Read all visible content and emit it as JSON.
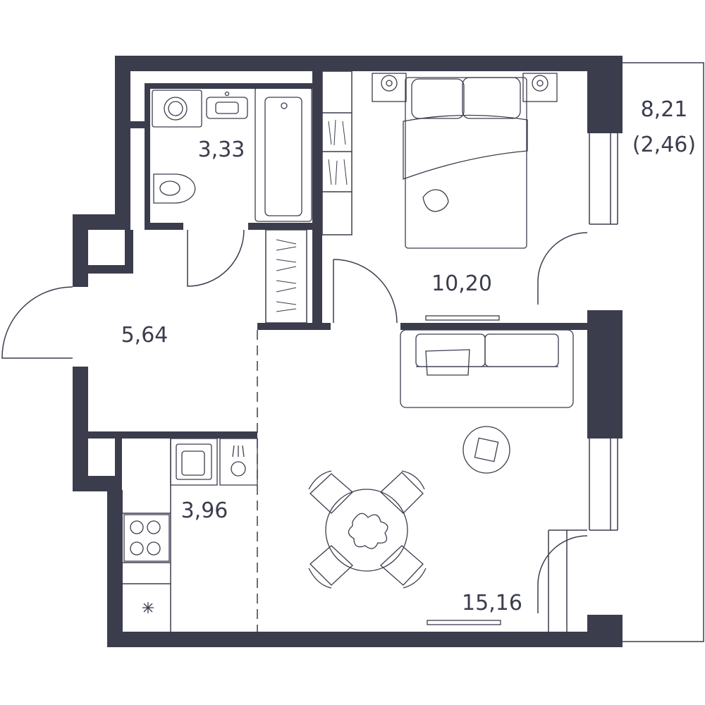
{
  "colors": {
    "wall": "#3b3d4d",
    "line": "#3b3d4d",
    "background": "#ffffff"
  },
  "rooms": {
    "bathroom": {
      "area": "3,33"
    },
    "bedroom": {
      "area": "10,20"
    },
    "balcony": {
      "area": "8,21",
      "area_reduced": "(2,46)"
    },
    "hallway": {
      "area": "5,64"
    },
    "kitchen": {
      "area": "3,96"
    },
    "living_room": {
      "area": "15,16"
    }
  }
}
